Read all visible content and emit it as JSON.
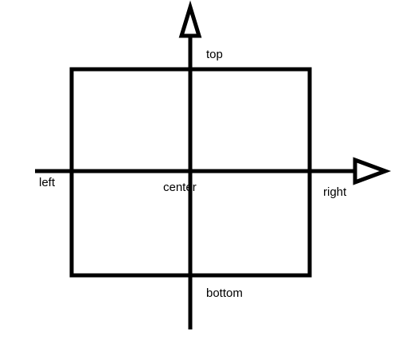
{
  "diagram": {
    "labels": {
      "top": "top",
      "left": "left",
      "center": "center",
      "right": "right",
      "bottom": "bottom"
    },
    "colors": {
      "stroke": "#000000",
      "background": "#ffffff"
    },
    "icons": {
      "vertical_arrowhead": "up-triangle-outline",
      "horizontal_arrowhead": "right-triangle-outline"
    }
  }
}
